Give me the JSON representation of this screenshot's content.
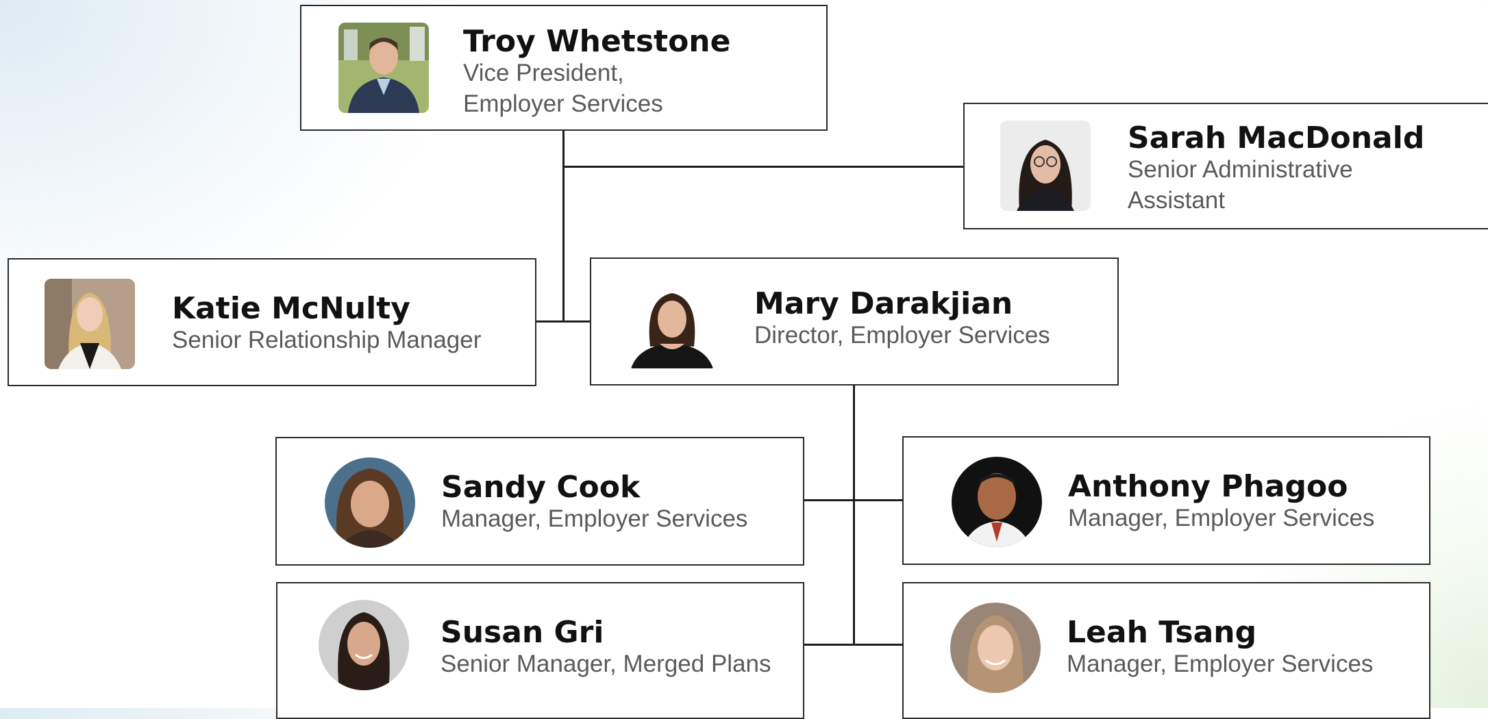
{
  "people": [
    {
      "key": "troy",
      "name": "Troy Whetstone",
      "title_lines": [
        "Vice President,",
        "Employer Services"
      ]
    },
    {
      "key": "sarah",
      "name": "Sarah MacDonald",
      "title_lines": [
        "Senior Administrative",
        "Assistant"
      ]
    },
    {
      "key": "katie",
      "name": "Katie McNulty",
      "title_lines": [
        "Senior Relationship Manager"
      ]
    },
    {
      "key": "mary",
      "name": "Mary Darakjian",
      "title_lines": [
        "Director, Employer Services"
      ]
    },
    {
      "key": "sandy",
      "name": "Sandy Cook",
      "title_lines": [
        "Manager, Employer Services"
      ]
    },
    {
      "key": "anthony",
      "name": "Anthony Phagoo",
      "title_lines": [
        "Manager, Employer Services"
      ]
    },
    {
      "key": "susan",
      "name": "Susan Gri",
      "title_lines": [
        "Senior Manager, Merged Plans"
      ]
    },
    {
      "key": "leah",
      "name": "Leah Tsang",
      "title_lines": [
        "Manager, Employer Services"
      ]
    }
  ]
}
